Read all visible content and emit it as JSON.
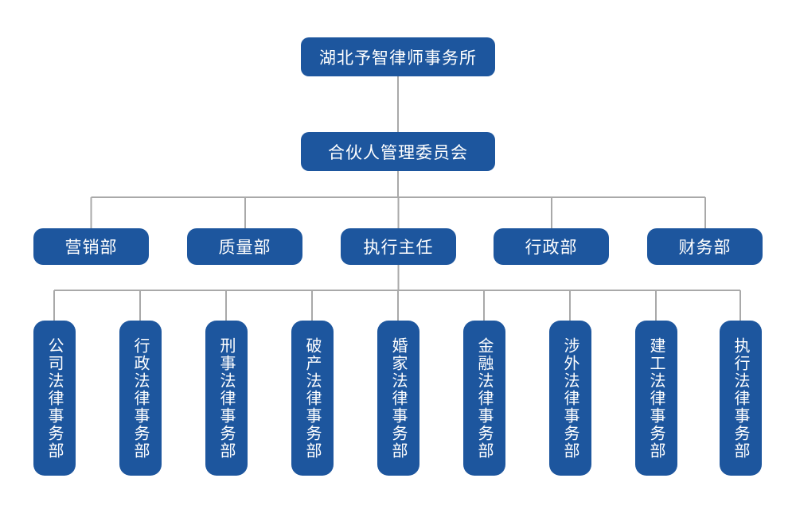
{
  "colors": {
    "node_fill": "#1d569e",
    "node_text": "#ffffff",
    "connector": "#a9a9a9",
    "background": "#ffffff"
  },
  "org_chart": {
    "root": "湖北予智律师事务所",
    "committee": "合伙人管理委员会",
    "departments": [
      "营销部",
      "质量部",
      "执行主任",
      "行政部",
      "财务部"
    ],
    "executive_director_children": [
      "公司法律事务部",
      "行政法律事务部",
      "刑事法律事务部",
      "破产法律事务部",
      "婚家法律事务部",
      "金融法律事务部",
      "涉外法律事务部",
      "建工法律事务部",
      "执行法律事务部"
    ]
  }
}
